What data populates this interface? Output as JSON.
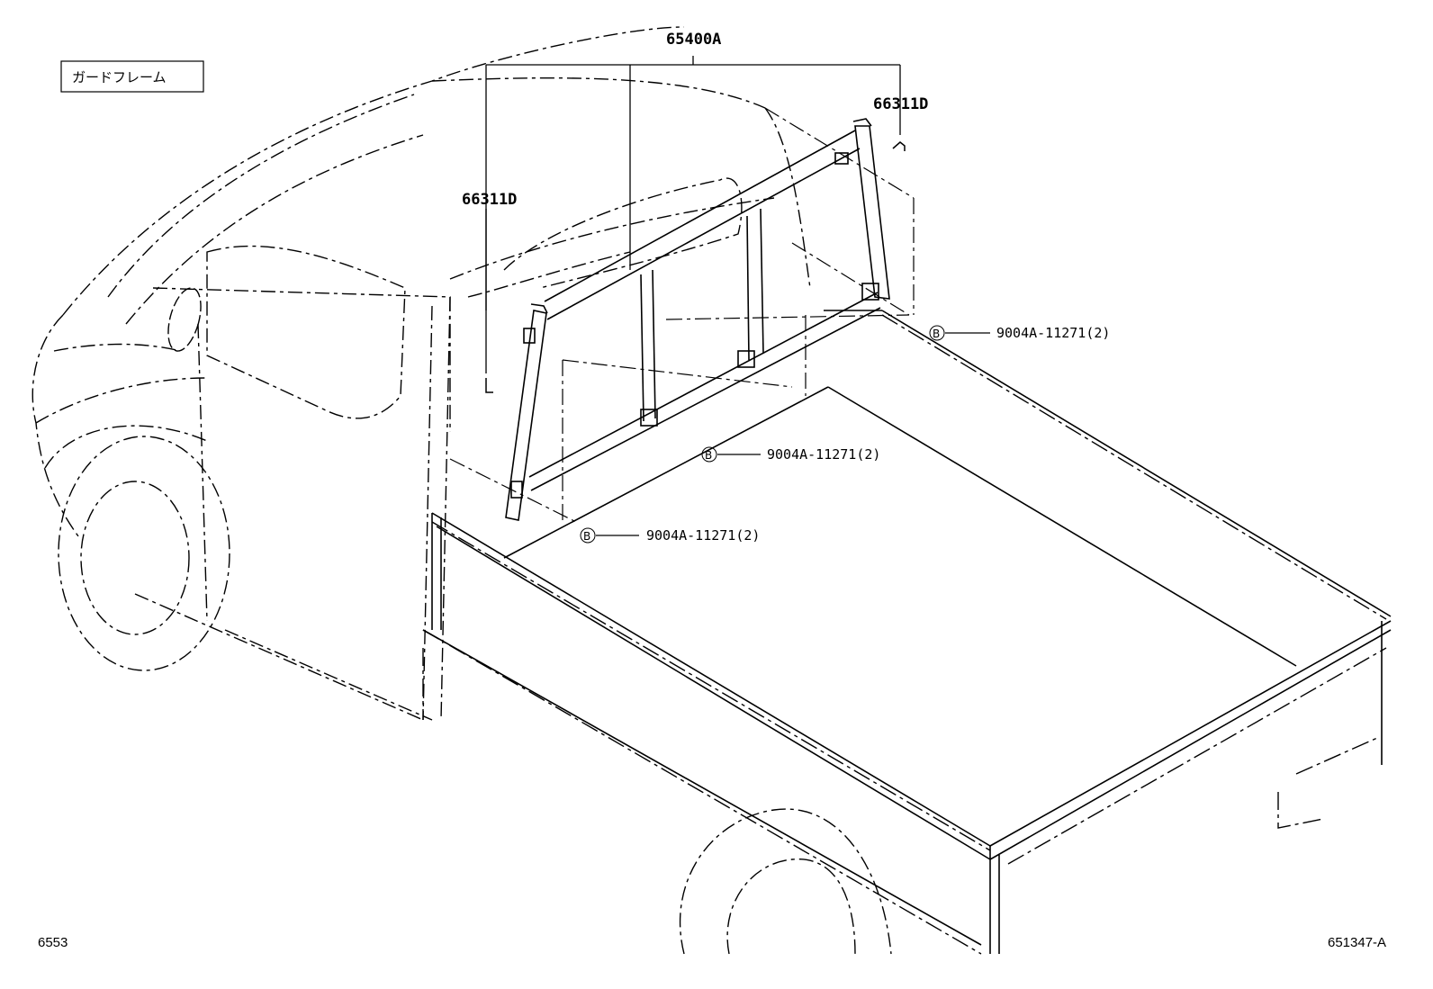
{
  "title_box": {
    "text": "ガードフレーム"
  },
  "parts": {
    "frame_assembly": "65400A",
    "bracket_left": "66311D",
    "bracket_right": "66311D"
  },
  "callouts": [
    {
      "marker": "B",
      "part_no": "9004A-11271(2)"
    },
    {
      "marker": "B",
      "part_no": "9004A-11271(2)"
    },
    {
      "marker": "B",
      "part_no": "9004A-11271(2)"
    }
  ],
  "footer": {
    "left_code": "6553",
    "right_code": "651347-A"
  },
  "colors": {
    "ink": "#000000",
    "background": "#ffffff"
  }
}
